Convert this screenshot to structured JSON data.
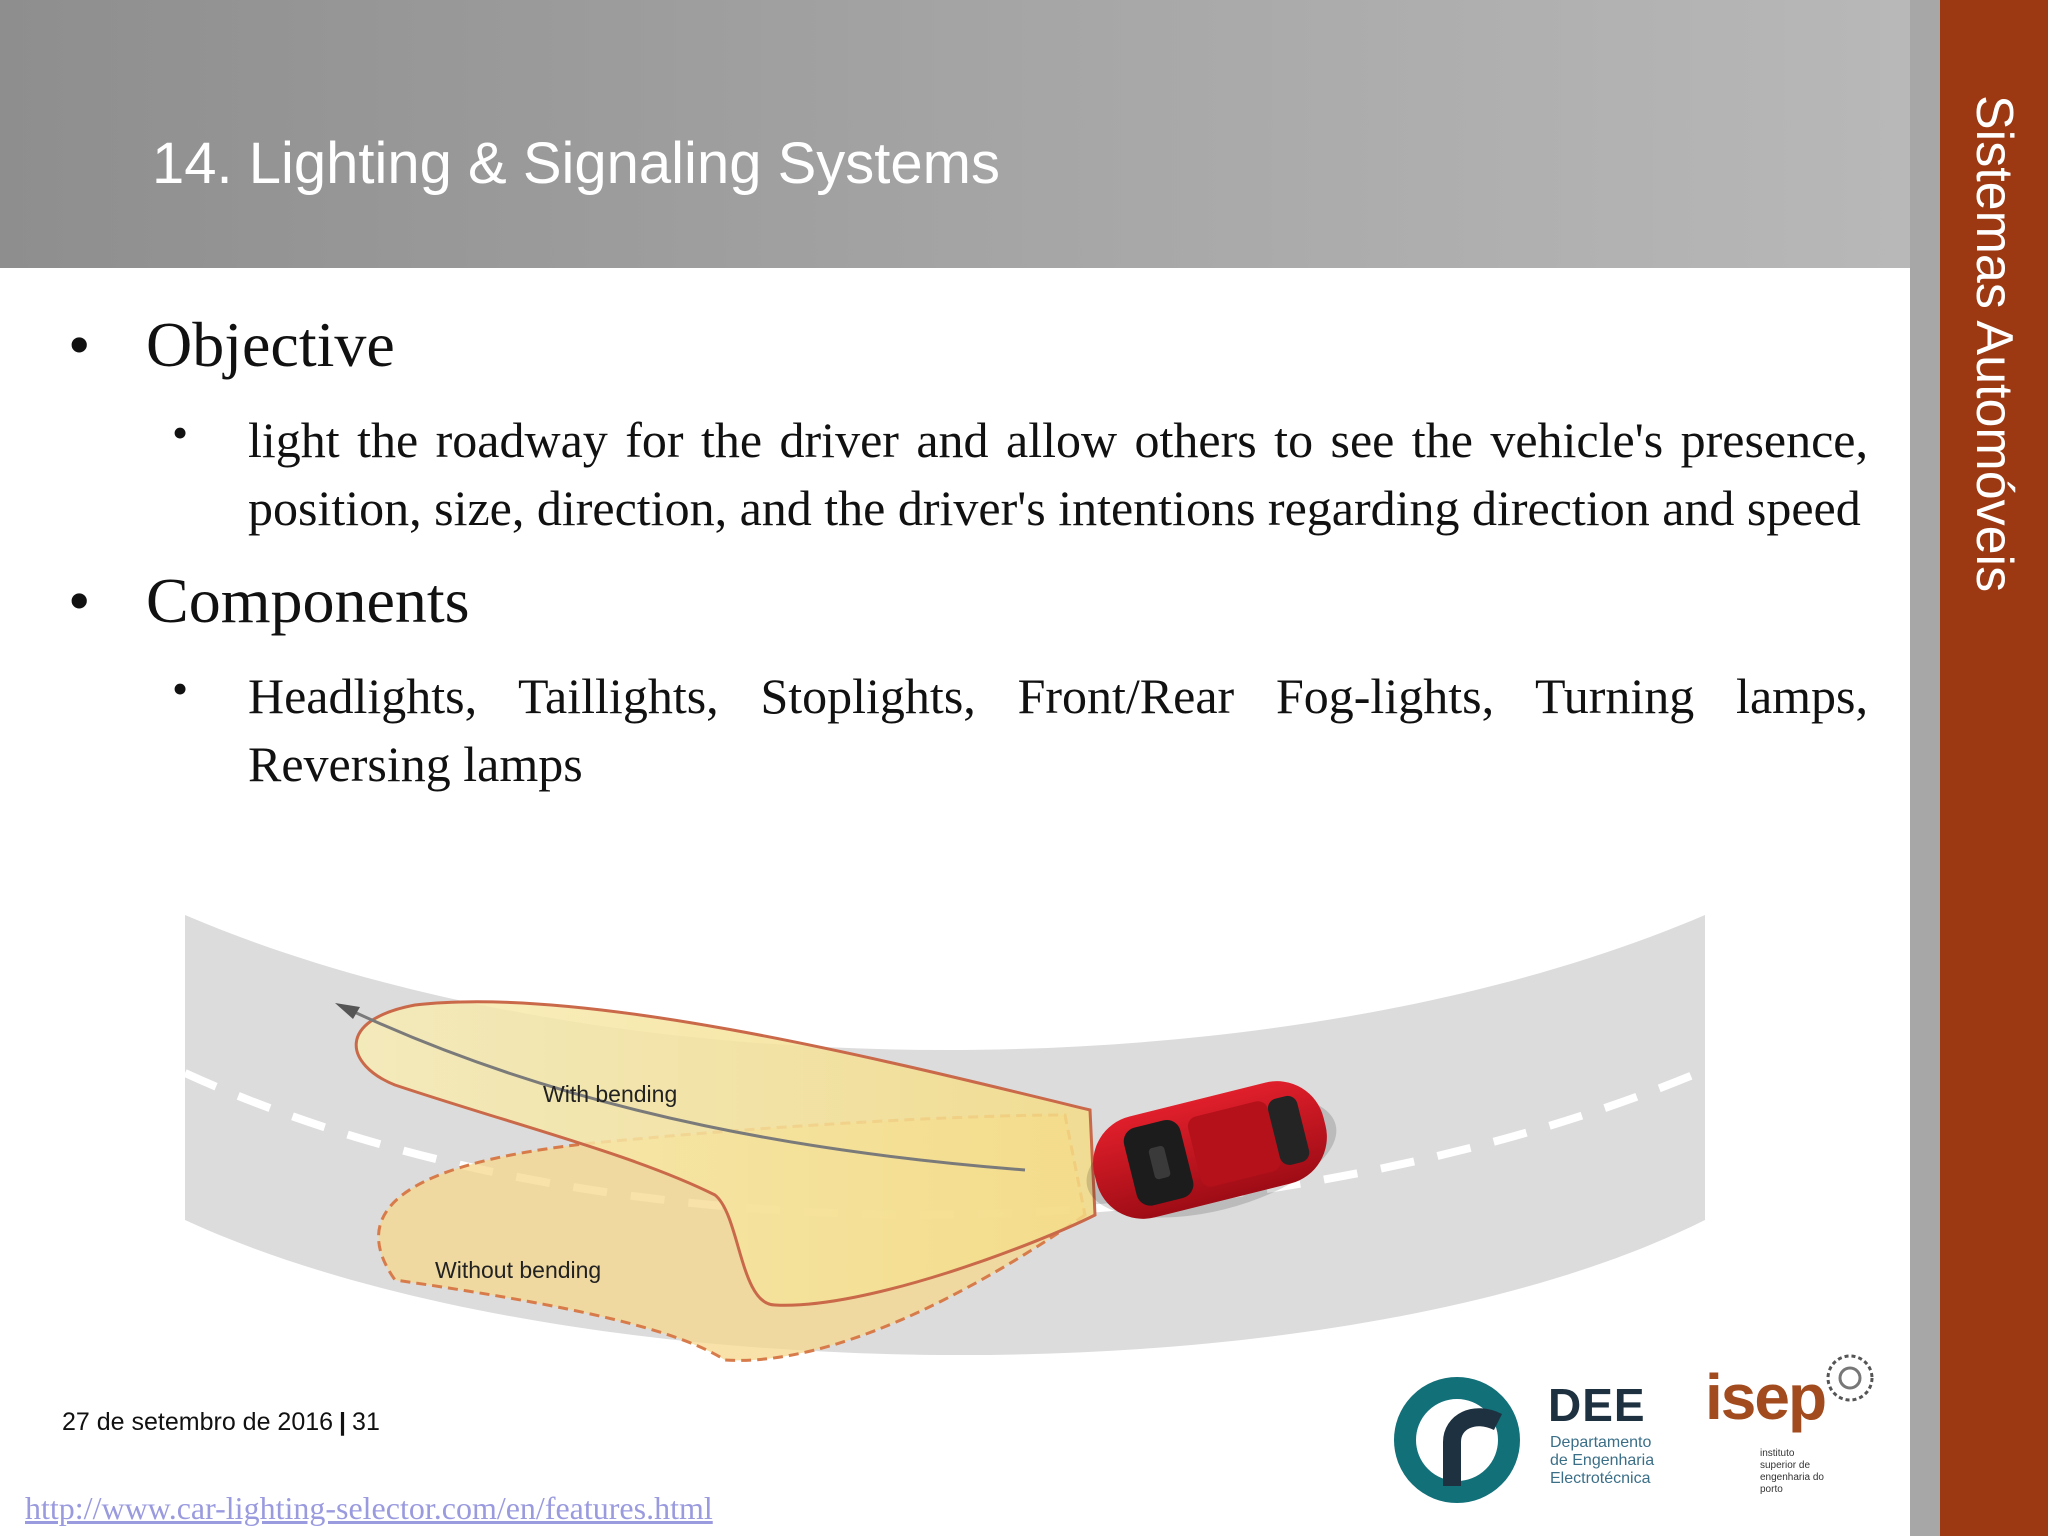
{
  "slide": {
    "title": "14. Lighting & Signaling Systems",
    "side_title": "Sistemas Automóveis"
  },
  "content": {
    "sections": [
      {
        "heading": "Objective",
        "detail": "light the roadway for the driver and allow others to see the vehicle's presence, position, size, direction, and the driver's intentions regarding direction and speed"
      },
      {
        "heading": "Components",
        "detail": "Headlights, Taillights, Stoplights, Front/Rear Fog-lights, Turning lamps, Reversing lamps"
      }
    ],
    "bullet_char": "•"
  },
  "diagram": {
    "label_with": "With bending",
    "label_without": "Without bending",
    "colors": {
      "road": "#dadada",
      "beam": "#f7e6a0",
      "beam_edge": "#d07a45",
      "car": "#c2121d"
    }
  },
  "footer": {
    "date": "27 de setembro de 2016",
    "separator": "|",
    "page": "31",
    "source_url": "http://www.car-lighting-selector.com/en/features.html"
  },
  "logos": {
    "dee": "DEE",
    "dee_sub": [
      "Departamento",
      "de Engenharia",
      "Electrotécnica"
    ],
    "isep": "isep",
    "isep_sub": [
      "instituto",
      "superior de",
      "engenharia do",
      "porto"
    ]
  },
  "theme": {
    "accent": "#9c3913",
    "header_gray": "#a6a6a6"
  }
}
